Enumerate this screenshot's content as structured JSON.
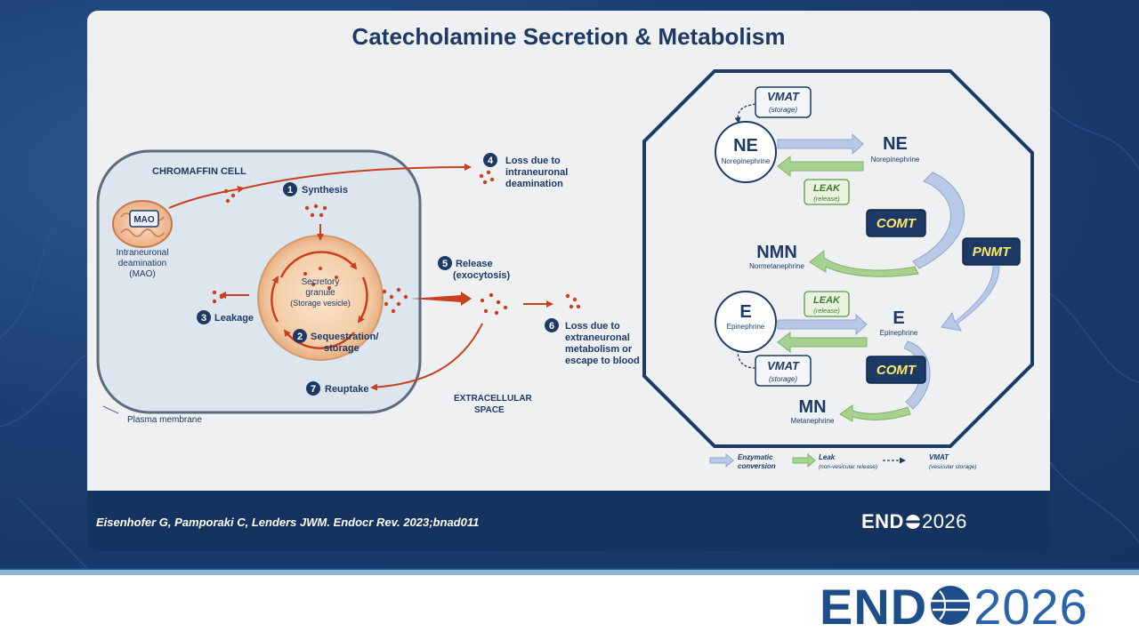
{
  "slide": {
    "title": "Catecholamine Secretion & Metabolism",
    "citation": "Eisenhofer G, Pamporaki C, Lenders JWM.  Endocr Rev. 2023;bnad011",
    "logo_bold": "END",
    "logo_light": "2026"
  },
  "footer": {
    "logo_bold": "END",
    "logo_light": "2026"
  },
  "cell": {
    "cell_label": "CHROMAFFIN CELL",
    "mao_label": "MAO",
    "mao_caption": [
      "Intraneuronal",
      "deamination",
      "(MAO)"
    ],
    "granule_caption": [
      "Secretory",
      "granule"
    ],
    "granule_sub": "(Storage vesicle)",
    "plasma_membrane": "Plasma membrane",
    "extracellular": [
      "EXTRACELLULAR",
      "SPACE"
    ],
    "steps": [
      {
        "num": "1",
        "lines": [
          "Synthesis"
        ]
      },
      {
        "num": "2",
        "lines": [
          "Sequestration/",
          "storage"
        ]
      },
      {
        "num": "3",
        "lines": [
          "Leakage"
        ]
      },
      {
        "num": "4",
        "lines": [
          "Loss due to",
          "intraneuronal",
          "deamination"
        ]
      },
      {
        "num": "5",
        "lines": [
          "Release",
          "(exocytosis)"
        ]
      },
      {
        "num": "6",
        "lines": [
          "Loss due to",
          "extraneuronal",
          "metabolism or",
          "escape to blood"
        ]
      },
      {
        "num": "7",
        "lines": [
          "Reuptake"
        ]
      }
    ]
  },
  "metabolism": {
    "ne_circle": {
      "abbr": "NE",
      "name": "Norepinephrine"
    },
    "ne_out": {
      "abbr": "NE",
      "name": "Norepinephrine"
    },
    "nmn": {
      "abbr": "NMN",
      "name": "Normetanephrine"
    },
    "e_circle": {
      "abbr": "E",
      "name": "Epinephrine"
    },
    "e_out": {
      "abbr": "E",
      "name": "Epinephrine"
    },
    "mn": {
      "abbr": "MN",
      "name": "Metanephrine"
    },
    "vmat_top": {
      "label": "VMAT",
      "sub": "(storage)"
    },
    "vmat_bottom": {
      "label": "VMAT",
      "sub": "(storage)"
    },
    "leak_top": {
      "label": "LEAK",
      "sub": "(release)"
    },
    "leak_bottom": {
      "label": "LEAK",
      "sub": "(release)"
    },
    "comt_top": "COMT",
    "comt_bottom": "COMT",
    "pnmt": "PNMT",
    "legend": {
      "enzymatic": [
        "Enzymatic",
        "conversion"
      ],
      "leak": [
        "Leak",
        "(non-vesicular release)"
      ],
      "vmat": [
        "VMAT",
        "(vesicular storage)"
      ]
    }
  },
  "colors": {
    "navy": "#1d3a66",
    "arrow_blue": "#a9bee0",
    "arrow_green": "#93c47d",
    "red": "#c8401d",
    "yellow": "#ffe96a"
  }
}
